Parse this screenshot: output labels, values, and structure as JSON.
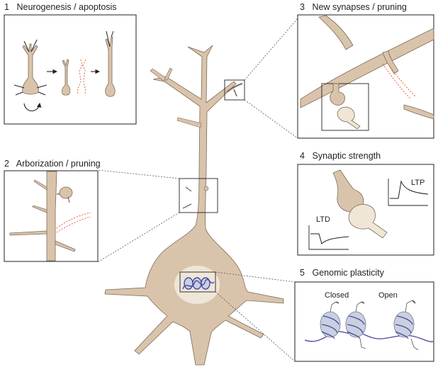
{
  "colors": {
    "neuron_fill": "#d9c4ab",
    "neuron_stroke": "#7d6a5a",
    "spine_light": "#efe6d6",
    "pruned_dash": "#e0714f",
    "chromatin": "#4b49a3",
    "histone": "#c9d1e0",
    "box_stroke": "#231f20",
    "leader_line": "#555555"
  },
  "panels": [
    {
      "num": "1",
      "title": "Neurogenesis / apoptosis"
    },
    {
      "num": "2",
      "title": "Arborization / pruning"
    },
    {
      "num": "3",
      "title": "New synapses / pruning"
    },
    {
      "num": "4",
      "title": "Synaptic strength"
    },
    {
      "num": "5",
      "title": "Genomic plasticity"
    }
  ],
  "synaptic_strength": {
    "ltp_label": "LTP",
    "ltd_label": "LTD"
  },
  "genomic": {
    "closed_label": "Closed",
    "open_label": "Open"
  },
  "icons": [
    "neuron-icon",
    "arrow-right-icon",
    "cycle-arrow-icon",
    "synapse-icon",
    "nucleosome-icon"
  ]
}
